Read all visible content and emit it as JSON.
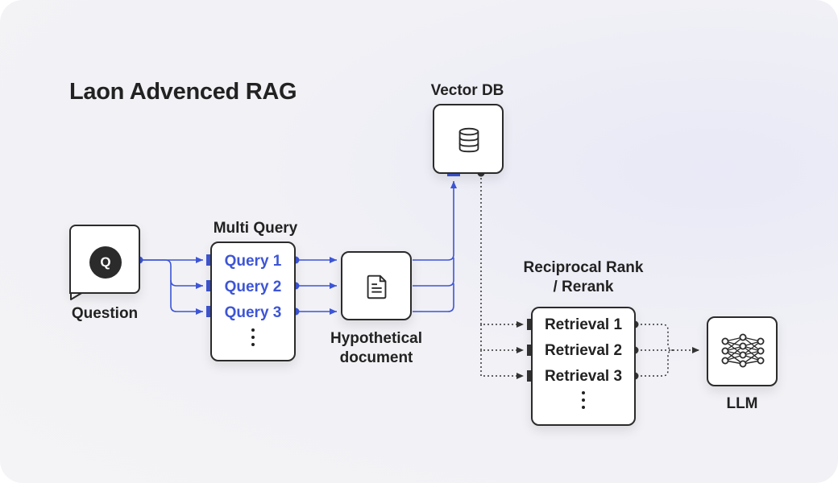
{
  "title": "Laon Advenced RAG",
  "nodes": {
    "question": {
      "label": "Question",
      "badge": "Q",
      "icon": "speech-bubble-icon"
    },
    "multi_query": {
      "label": "Multi Query",
      "items": [
        "Query 1",
        "Query 2",
        "Query 3"
      ]
    },
    "hypothetical": {
      "label_line1": "Hypothetical",
      "label_line2": "document",
      "icon": "document-icon"
    },
    "vector_db": {
      "label": "Vector DB",
      "icon": "database-icon"
    },
    "rerank": {
      "label_line1": "Reciprocal Rank",
      "label_line2": "/ Rerank",
      "items": [
        "Retrieval 1",
        "Retrieval 2",
        "Retrieval 3"
      ]
    },
    "llm": {
      "label": "LLM",
      "icon": "neural-network-icon"
    }
  },
  "colors": {
    "accent": "#3d55d6",
    "ink": "#222222",
    "dotted": "#333333",
    "background": "#f3f3f6"
  }
}
